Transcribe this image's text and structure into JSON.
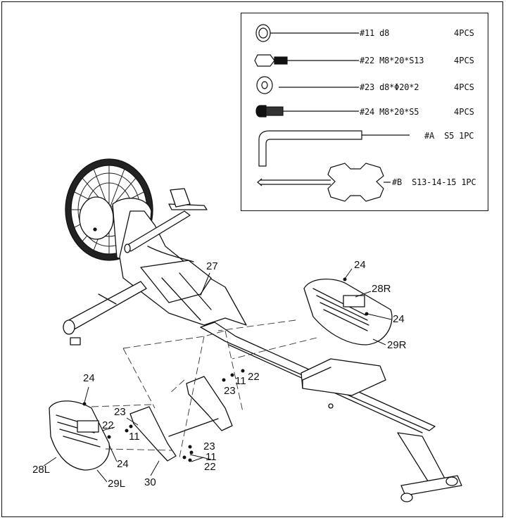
{
  "parts_list": [
    {
      "id": "11",
      "label": "#11 d8",
      "qty": "4PCS",
      "icon": "spring-washer-icon"
    },
    {
      "id": "22",
      "label": "#22 M8*20*S13",
      "qty": "4PCS",
      "icon": "hex-bolt-icon"
    },
    {
      "id": "23",
      "label": "#23 d8*Φ20*2",
      "qty": "4PCS",
      "icon": "flat-washer-icon"
    },
    {
      "id": "24",
      "label": "#24 M8*20*S5",
      "qty": "4PCS",
      "icon": "button-head-screw-icon"
    },
    {
      "id": "A",
      "label": "#A  S5 1PC",
      "qty": "",
      "icon": "allen-wrench-icon"
    },
    {
      "id": "B",
      "label": "#B  S13-14-15 1PC",
      "qty": "",
      "icon": "combo-wrench-icon"
    }
  ],
  "callouts": {
    "c27": "27",
    "c24_top": "24",
    "c28R": "28R",
    "c24_right": "24",
    "c29R": "29R",
    "c22_mid": "22",
    "c11_mid": "11",
    "c23_mid": "23",
    "c24_left": "24",
    "c23_left": "23",
    "c22_left": "22",
    "c11_left": "11",
    "c24_lower": "24",
    "c28L": "28L",
    "c29L": "29L",
    "c30": "30",
    "c23_bottom": "23",
    "c11_bottom": "11",
    "c22_bottom": "22"
  }
}
